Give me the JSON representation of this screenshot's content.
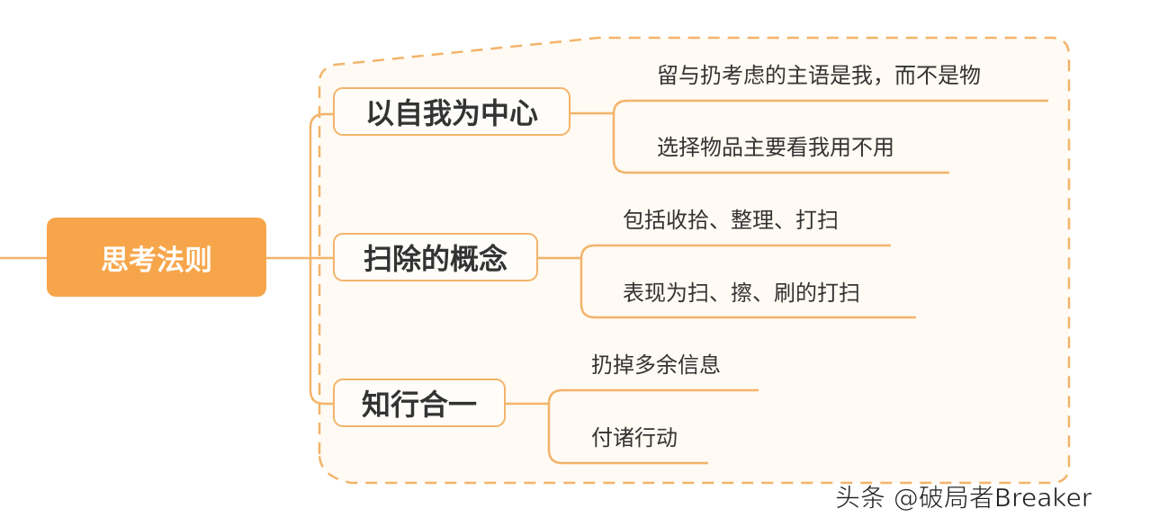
{
  "root": {
    "label": "思考法则"
  },
  "branches": [
    {
      "label": "以自我为中心",
      "children": [
        "留与扔考虑的主语是我，而不是物",
        "选择物品主要看我用不用"
      ]
    },
    {
      "label": "扫除的概念",
      "children": [
        "包括收拾、整理、打扫",
        "表现为扫、擦、刷的打扫"
      ]
    },
    {
      "label": "知行合一",
      "children": [
        "扔掉多余信息",
        "付诸行动"
      ]
    }
  ],
  "watermark": "头条 @破局者Breaker",
  "colors": {
    "accent": "#f7a54a",
    "line": "#f2b46a",
    "region_fill": "#fffaf3"
  }
}
